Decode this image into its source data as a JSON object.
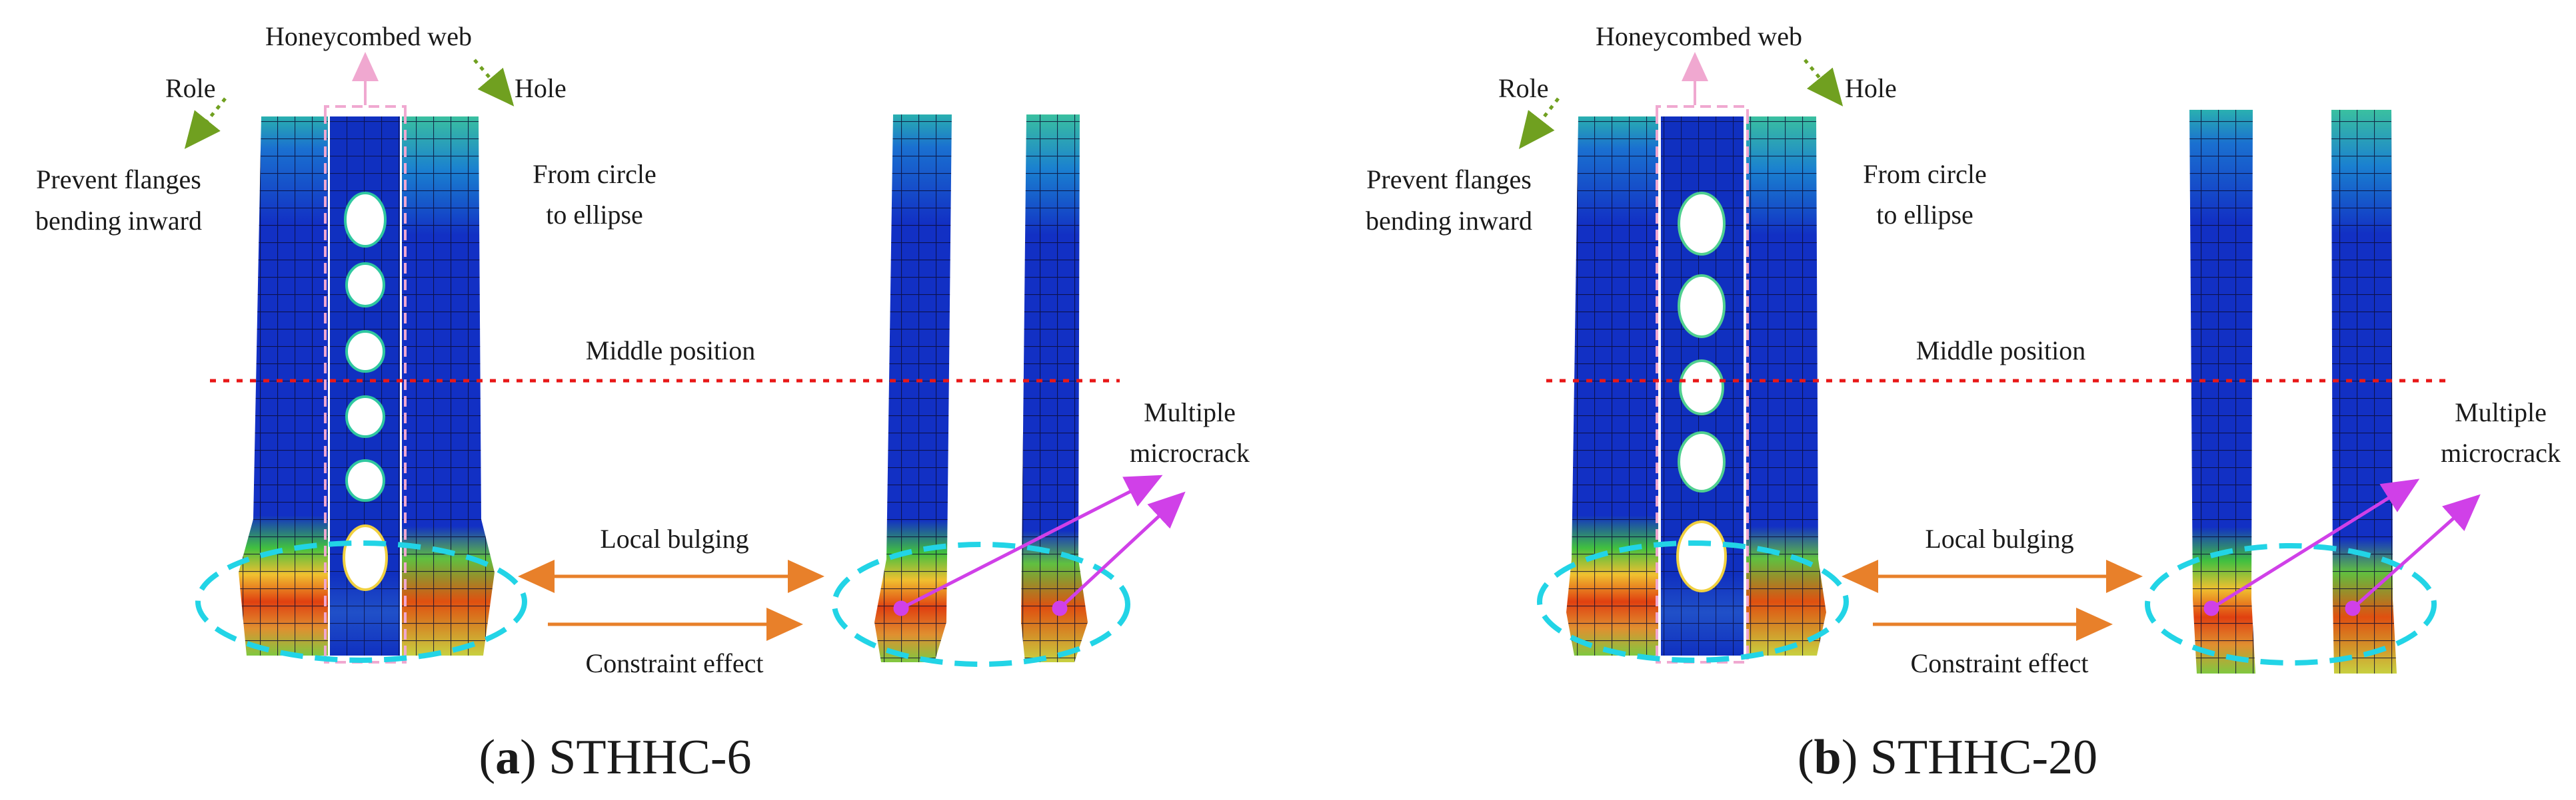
{
  "panels": [
    {
      "id": "a",
      "caption_letter": "a",
      "caption_text": "STHHC-6",
      "holes": 6,
      "labels": {
        "web": "Honeycombed web",
        "role": "Role",
        "role_desc_1": "Prevent flanges",
        "role_desc_2": "bending inward",
        "hole": "Hole",
        "hole_desc_1": "From circle",
        "hole_desc_2": "to ellipse",
        "middle": "Middle position",
        "crack_1": "Multiple",
        "crack_2": "microcrack",
        "bulging": "Local bulging",
        "constraint": "Constraint effect"
      }
    },
    {
      "id": "b",
      "caption_letter": "b",
      "caption_text": "STHHC-20",
      "holes": 5,
      "labels": {
        "web": "Honeycombed web",
        "role": "Role",
        "role_desc_1": "Prevent flanges",
        "role_desc_2": "bending inward",
        "hole": "Hole",
        "hole_desc_1": "From circle",
        "hole_desc_2": "to ellipse",
        "middle": "Middle position",
        "crack_1": "Multiple",
        "crack_2": "microcrack",
        "bulging": "Local bulging",
        "constraint": "Constraint effect"
      }
    }
  ],
  "colors": {
    "fea_blue": "#1030c8",
    "fea_cyan": "#20a8c8",
    "fea_green": "#40c040",
    "fea_yellow": "#e8d830",
    "fea_orange": "#f08020",
    "fea_red": "#d02010",
    "mesh": "#0a0a30",
    "ellipse_dash": "#22d4e6",
    "middle_line": "#e81818",
    "arrow_orange": "#e8802a",
    "arrow_magenta": "#d040e8",
    "arrow_green": "#70a020",
    "web_dash_pink": "#f0a8d0"
  }
}
